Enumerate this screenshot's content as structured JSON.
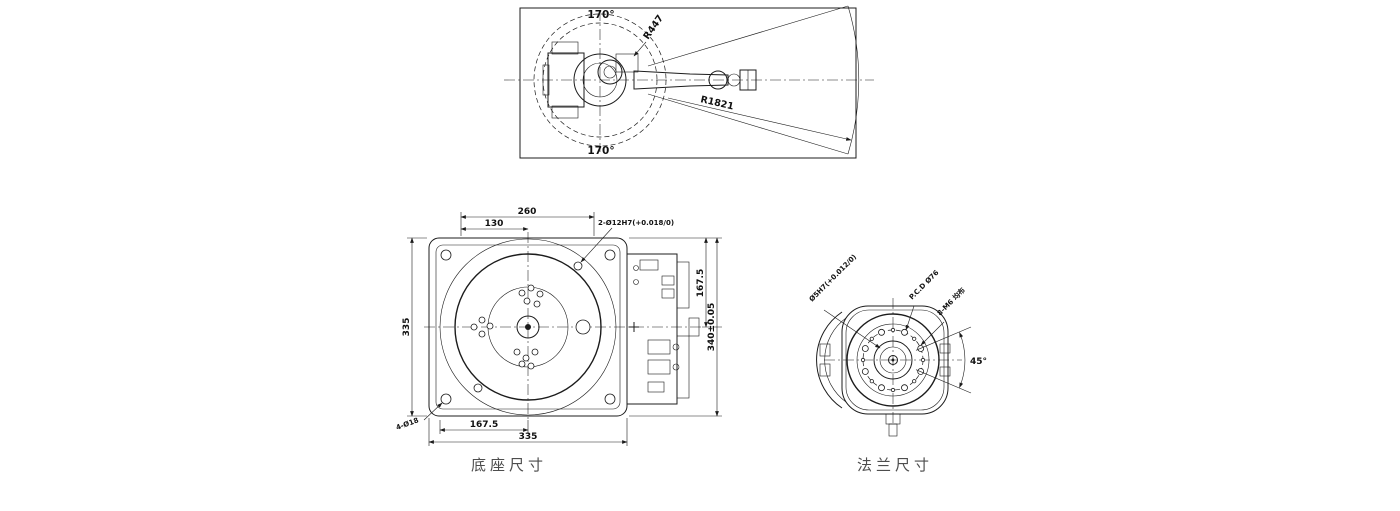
{
  "canvas": {
    "bg": "#ffffff",
    "line_color": "#1c1c1c"
  },
  "top_view": {
    "angle_top": "170°",
    "angle_bottom": "170°",
    "radius_reach": "R447",
    "radius_max": "R1821"
  },
  "base_view": {
    "caption": "底座尺寸",
    "dim_260": "260",
    "dim_130": "130",
    "pin_holes": "2-Ø12H7(+0.018/0)",
    "dim_335_left": "335",
    "dim_167_5_right": "167.5",
    "dim_340": "340±0.05",
    "dim_167_5_bottom": "167.5",
    "dim_335_bottom": "335",
    "corner_holes": "4-Ø18"
  },
  "flange_view": {
    "caption": "法兰尺寸",
    "pilot_hole": "Ø5H7(+0.012/0)",
    "pcd": "P.C.D Ø76",
    "bolts": "8-M6 均布",
    "angle": "45°"
  }
}
